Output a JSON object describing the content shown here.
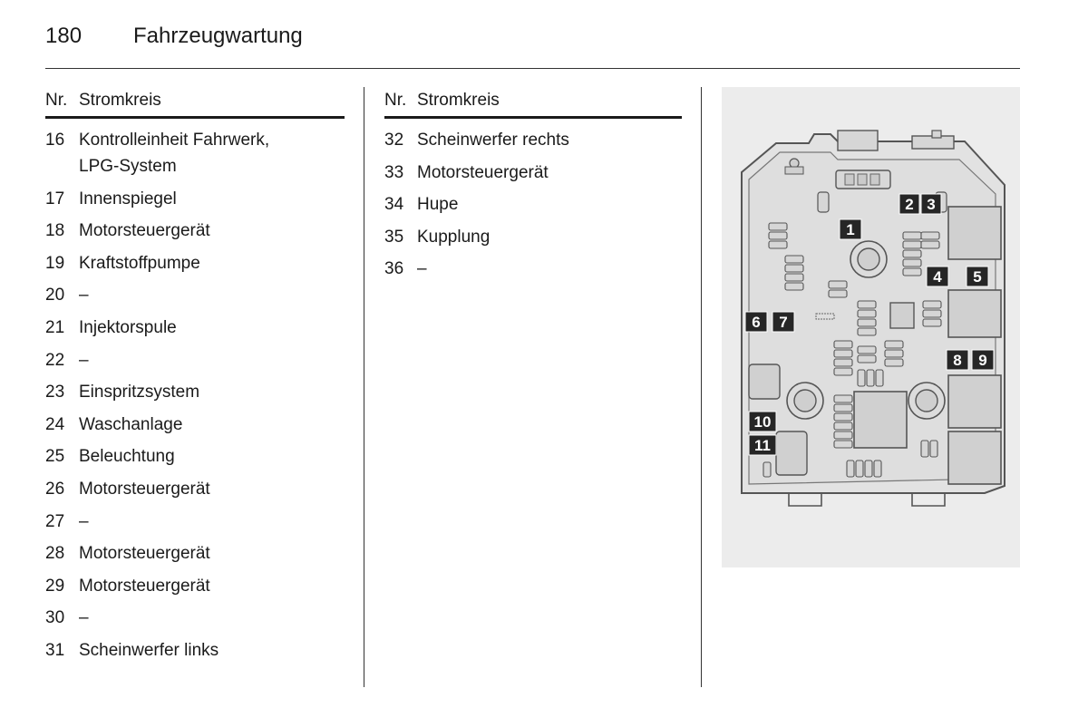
{
  "header": {
    "page_number": "180",
    "chapter_title": "Fahrzeugwartung"
  },
  "table_left": {
    "col_nr": "Nr.",
    "col_circuit": "Stromkreis",
    "rows": [
      {
        "nr": "16",
        "circuit": "Kontrolleinheit Fahrwerk,\nLPG-System"
      },
      {
        "nr": "17",
        "circuit": "Innenspiegel"
      },
      {
        "nr": "18",
        "circuit": "Motorsteuergerät"
      },
      {
        "nr": "19",
        "circuit": "Kraftstoffpumpe"
      },
      {
        "nr": "20",
        "circuit": "–"
      },
      {
        "nr": "21",
        "circuit": "Injektorspule"
      },
      {
        "nr": "22",
        "circuit": "–"
      },
      {
        "nr": "23",
        "circuit": "Einspritzsystem"
      },
      {
        "nr": "24",
        "circuit": "Waschanlage"
      },
      {
        "nr": "25",
        "circuit": "Beleuchtung"
      },
      {
        "nr": "26",
        "circuit": "Motorsteuergerät"
      },
      {
        "nr": "27",
        "circuit": "–"
      },
      {
        "nr": "28",
        "circuit": "Motorsteuergerät"
      },
      {
        "nr": "29",
        "circuit": "Motorsteuergerät"
      },
      {
        "nr": "30",
        "circuit": "–"
      },
      {
        "nr": "31",
        "circuit": "Scheinwerfer links"
      }
    ]
  },
  "table_right": {
    "col_nr": "Nr.",
    "col_circuit": "Stromkreis",
    "rows": [
      {
        "nr": "32",
        "circuit": "Scheinwerfer rechts"
      },
      {
        "nr": "33",
        "circuit": "Motorsteuergerät"
      },
      {
        "nr": "34",
        "circuit": "Hupe"
      },
      {
        "nr": "35",
        "circuit": "Kupplung"
      },
      {
        "nr": "36",
        "circuit": "–"
      }
    ]
  },
  "figure": {
    "description": "fuse-box-diagram",
    "labels": [
      "1",
      "2",
      "3",
      "4",
      "5",
      "6",
      "7",
      "8",
      "9",
      "10",
      "11"
    ],
    "colors": {
      "label_fill": "#262626",
      "label_text": "#ffffff",
      "background": "#ececec",
      "component": "#d6d6d6",
      "stroke": "#555555"
    }
  }
}
